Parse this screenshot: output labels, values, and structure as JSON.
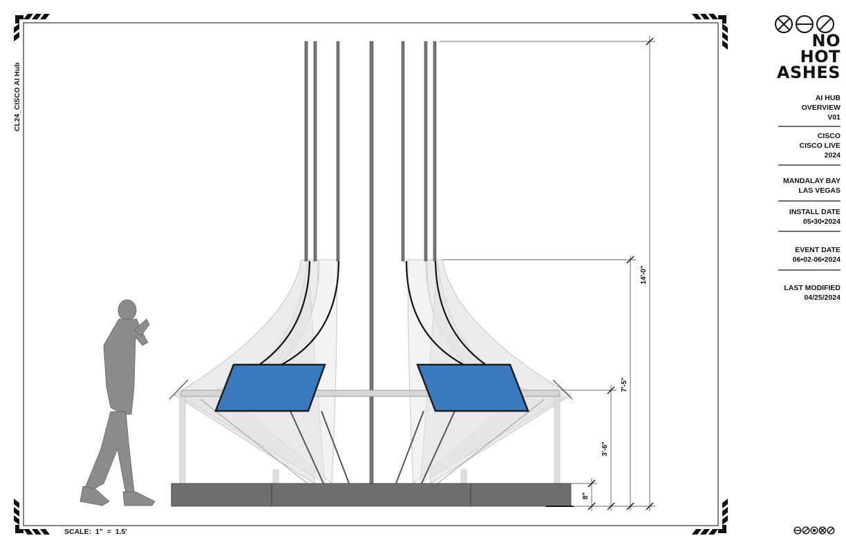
{
  "side_label": "CL24_CISCO AI Hub",
  "scale_label": "SCALE:  1\" = 1.5'",
  "logo": {
    "icons": [
      "x-circle-icon",
      "minus-circle-icon",
      "slash-circle-icon"
    ],
    "line1": "NO HOT",
    "line2": "ASHES"
  },
  "title_block": {
    "project": [
      "AI HUB",
      "OVERVIEW",
      "V01"
    ],
    "client": [
      "CISCO",
      "CISCO LIVE",
      "2024"
    ],
    "venue": [
      "MANDALAY BAY",
      "LAS VEGAS"
    ],
    "install": [
      "INSTALL DATE",
      "05•30•2024"
    ],
    "event": [
      "EVENT DATE",
      "06•02-06•2024"
    ],
    "modified": [
      "LAST MODIFIED",
      "04/25/2024"
    ]
  },
  "dimensions": {
    "overall": "14'-0\"",
    "screen_height": "7'-5\"",
    "bar_height": "3'-6\"",
    "base_height": "8\""
  },
  "colors": {
    "screen": "#3a7bbf",
    "base": "#6e6e6e",
    "fabric": "#ececec",
    "pole": "#777777",
    "frame": "#2b2b2b",
    "human": "#8c8c8c"
  }
}
